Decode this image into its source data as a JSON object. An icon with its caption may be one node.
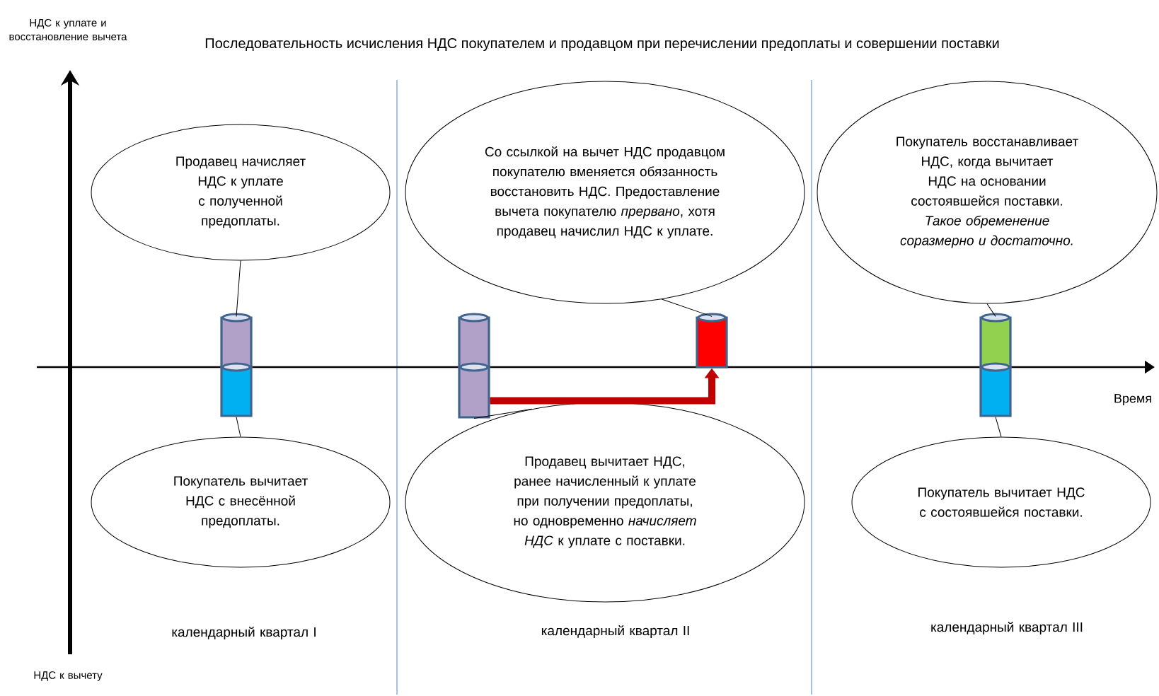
{
  "diagram": {
    "title": "Последовательность исчисления НДС покупателем и продавцом при перечислении предоплаты и совершении поставки",
    "nodes": [
      {
        "text": [
          "Продавец начисляет НДС к уплате с полученной предоплаты."
        ]
      },
      {
        "text": [
          "Со ссылкой на вычет НДС продавцом покупателю вменяется обязанность восстановить НДС. Предоставление вычета покупателю *прервано*, хотя продавец начислил НДС к уплате."
        ]
      },
      {
        "text": [
          "Покупатель восстанавливает НДС, когда вычитает НДС на основании состоявшейся поставки.",
          "Такое обременение соразмерно и достаточно."
        ]
      },
      {
        "text": [],
        "shape": "cylinder"
      },
      {
        "text": [],
        "shape": "cylinder"
      },
      {
        "text": [],
        "shape": "cylinder"
      },
      {
        "text": [],
        "shape": "cylinder"
      },
      {
        "text": [],
        "shape": "cylinder"
      },
      {
        "text": [],
        "shape": "cylinder"
      },
      {
        "text": [],
        "shape": "cylinder"
      },
      {
        "text": [
          "Покупатель вычитает НДС с внесённой предоплаты."
        ]
      },
      {
        "text": [
          "Продавец вычитает НДС, ранее начисленный к уплате при получении предоплаты, но одновременно *начисляет НДС* к уплате с поставки."
        ]
      },
      {
        "text": [
          "Покупатель вычитает НДС с состоявшейся поставки."
        ]
      }
    ],
    "edges": [
      {
        "from": 0,
        "to": 3,
        "arrow": "none"
      },
      {
        "from": 1,
        "to": 7,
        "arrow": "none"
      },
      {
        "from": 2,
        "to": 8,
        "arrow": "none"
      },
      {
        "from": 10,
        "to": 4,
        "arrow": "none"
      },
      {
        "from": 11,
        "to": 6,
        "arrow": "none"
      },
      {
        "from": 12,
        "to": 9,
        "arrow": "none"
      },
      {
        "from": 6,
        "to": 7,
        "arrow": "to",
        "style": "thick",
        "color": "#c00000"
      }
    ],
    "labels": [
      "НДС к уплате и восстановление вычета",
      "Время",
      "календарный квартал I",
      "календарный квартал II",
      "календарный квартал III",
      "НДС к вычету"
    ]
  }
}
